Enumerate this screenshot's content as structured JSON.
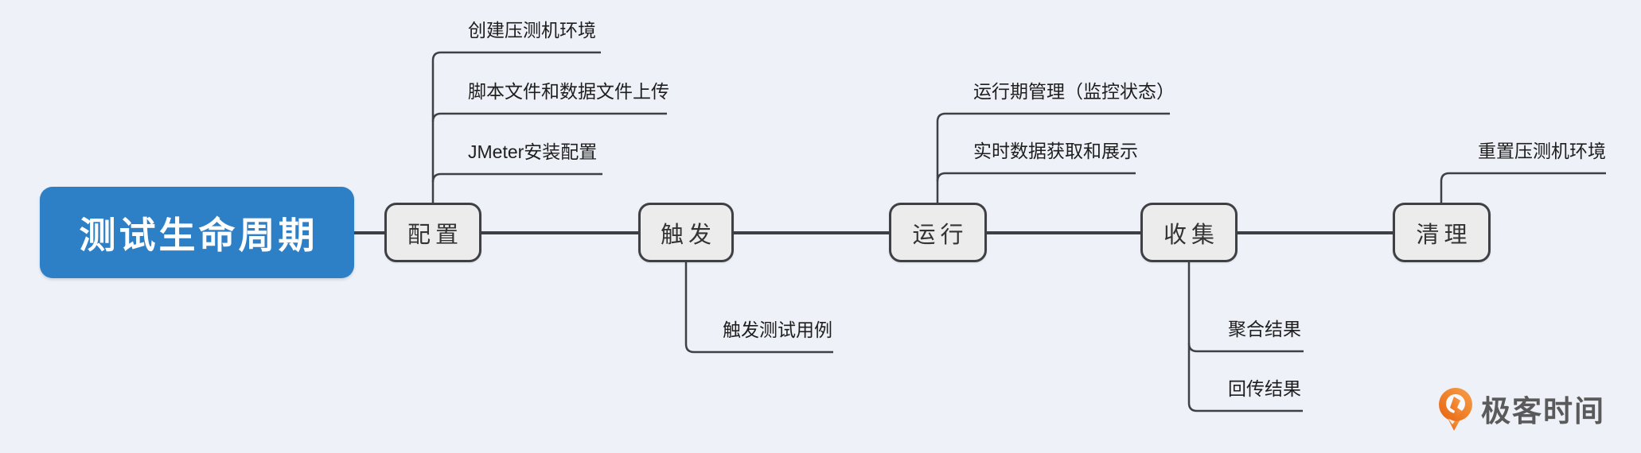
{
  "title": "测试生命周期",
  "colors": {
    "background": "#eef1f8",
    "root_fill": "#2e80c6",
    "root_text": "#ffffff",
    "node_fill": "#ececec",
    "node_border": "#3e4044",
    "connector_line": "#3e4044",
    "leaf_text": "#1e1e1e",
    "logo_orange": "#ee7113",
    "logo_text_gray": "#5a5a5a"
  },
  "root": {
    "label": "测试生命周期"
  },
  "stages": [
    {
      "label": "配置",
      "children": [
        "创建压测机环境",
        "脚本文件和数据文件上传",
        "JMeter安装配置"
      ]
    },
    {
      "label": "触发",
      "children": [
        "触发测试用例"
      ]
    },
    {
      "label": "运行",
      "children": [
        "运行期管理（监控状态）",
        "实时数据获取和展示"
      ]
    },
    {
      "label": "收集",
      "children": [
        "聚合结果",
        "回传结果"
      ]
    },
    {
      "label": "清理",
      "children": [
        "重置压测机环境"
      ]
    }
  ],
  "logo": {
    "text": "极客时间",
    "icon": "geektime-pin-icon"
  }
}
